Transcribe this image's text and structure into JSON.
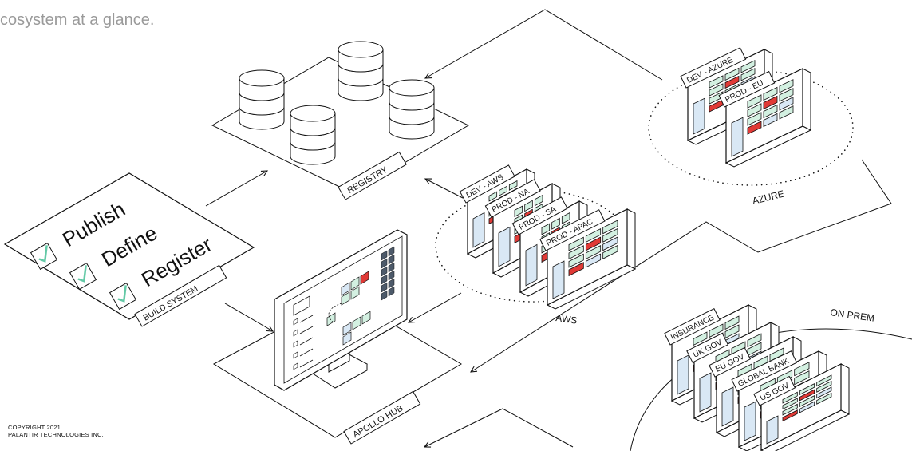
{
  "caption": "cosystem at a glance.",
  "copyright": [
    "COPYRIGHT 2021",
    "PALANTIR TECHNOLOGIES INC."
  ],
  "build_system": {
    "items": [
      "Publish",
      "Define",
      "Register"
    ],
    "label": "BUILD SYSTEM"
  },
  "registry": {
    "label": "REGISTRY"
  },
  "hub": {
    "label": "APOLLO HUB"
  },
  "aws": {
    "label": "AWS",
    "environments": [
      "DEV - AWS",
      "PROD - NA",
      "PROD - SA",
      "PROD - APAC"
    ]
  },
  "azure": {
    "label": "AZURE",
    "environments": [
      "DEV - AZURE",
      "PROD - EU"
    ]
  },
  "on_prem": {
    "label": "ON PREM",
    "environments": [
      "INSURANCE",
      "UK GOV",
      "EU GOV",
      "GLOBAL BANK",
      "US GOV"
    ]
  },
  "colors": {
    "green": "#d3f0e1",
    "blue": "#d9e8f5",
    "red": "#e03a36",
    "slate": "#4d5a6a",
    "check": "#63c9a6",
    "stroke": "#111111"
  }
}
